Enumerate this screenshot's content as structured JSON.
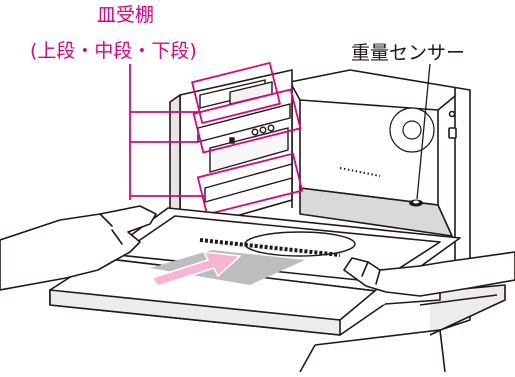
{
  "labels": {
    "shelf_title": "皿受棚",
    "shelf_sub": "(上段・中段・下段)",
    "weight_sensor": "重量センサー"
  },
  "colors": {
    "callout_magenta": "#e4007f",
    "line_black": "#231815",
    "shade_gray": "#bdbdbd",
    "arrow_pink": "#f6b6d3"
  },
  "icons": [
    "oven-illustration",
    "hands-icon",
    "tray-icon",
    "push-arrow-icon"
  ]
}
